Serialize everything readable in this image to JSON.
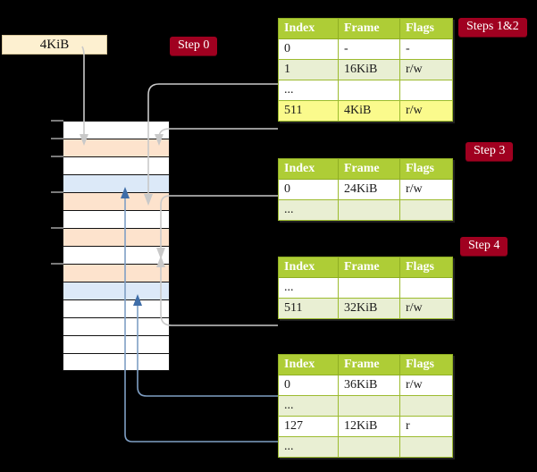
{
  "diagram": {
    "title_label": "4KiB",
    "steps": [
      {
        "id": "step0",
        "label": "Step 0"
      },
      {
        "id": "steps12",
        "label": "Steps 1&2"
      },
      {
        "id": "step3",
        "label": "Step 3"
      },
      {
        "id": "step4",
        "label": "Step 4"
      }
    ],
    "columns": [
      "Index",
      "Frame",
      "Flags"
    ],
    "tables": [
      {
        "name": "level4-table",
        "rows": [
          {
            "index": "0",
            "frame": "-",
            "flags": "-",
            "highlight": false
          },
          {
            "index": "1",
            "frame": "16KiB",
            "flags": "r/w",
            "highlight": false
          },
          {
            "index": "...",
            "frame": "",
            "flags": "",
            "highlight": false
          },
          {
            "index": "511",
            "frame": "4KiB",
            "flags": "r/w",
            "highlight": true
          }
        ]
      },
      {
        "name": "level3-table",
        "rows": [
          {
            "index": "0",
            "frame": "24KiB",
            "flags": "r/w",
            "highlight": false
          },
          {
            "index": "...",
            "frame": "",
            "flags": "",
            "highlight": false
          }
        ]
      },
      {
        "name": "level2-table",
        "rows": [
          {
            "index": "...",
            "frame": "",
            "flags": "",
            "highlight": false
          },
          {
            "index": "511",
            "frame": "32KiB",
            "flags": "r/w",
            "highlight": false
          }
        ]
      },
      {
        "name": "level1-table",
        "rows": [
          {
            "index": "0",
            "frame": "36KiB",
            "flags": "r/w",
            "highlight": false
          },
          {
            "index": "...",
            "frame": "",
            "flags": "",
            "highlight": false
          },
          {
            "index": "127",
            "frame": "12KiB",
            "flags": "r",
            "highlight": false
          },
          {
            "index": "...",
            "frame": "",
            "flags": "",
            "highlight": false
          }
        ]
      }
    ],
    "memory_rows": [
      {
        "fill": "white"
      },
      {
        "fill": "peach"
      },
      {
        "fill": "white"
      },
      {
        "fill": "blue"
      },
      {
        "fill": "peach"
      },
      {
        "fill": "white"
      },
      {
        "fill": "peach"
      },
      {
        "fill": "white"
      },
      {
        "fill": "peach"
      },
      {
        "fill": "blue"
      },
      {
        "fill": "white"
      },
      {
        "fill": "white"
      },
      {
        "fill": "white"
      },
      {
        "fill": "white"
      }
    ],
    "colors": {
      "background": "#000000",
      "pill": "#a00020",
      "table_header": "#aecd36",
      "table_row_alt": "#e9efd3",
      "highlight": "#fafa8c",
      "source_box": "#fdf0d0",
      "mem_peach": "#fde3cd",
      "mem_blue": "#dce9f8",
      "wire_grey": "#c9c9c9",
      "wire_blue": "#7f9fc4"
    }
  }
}
